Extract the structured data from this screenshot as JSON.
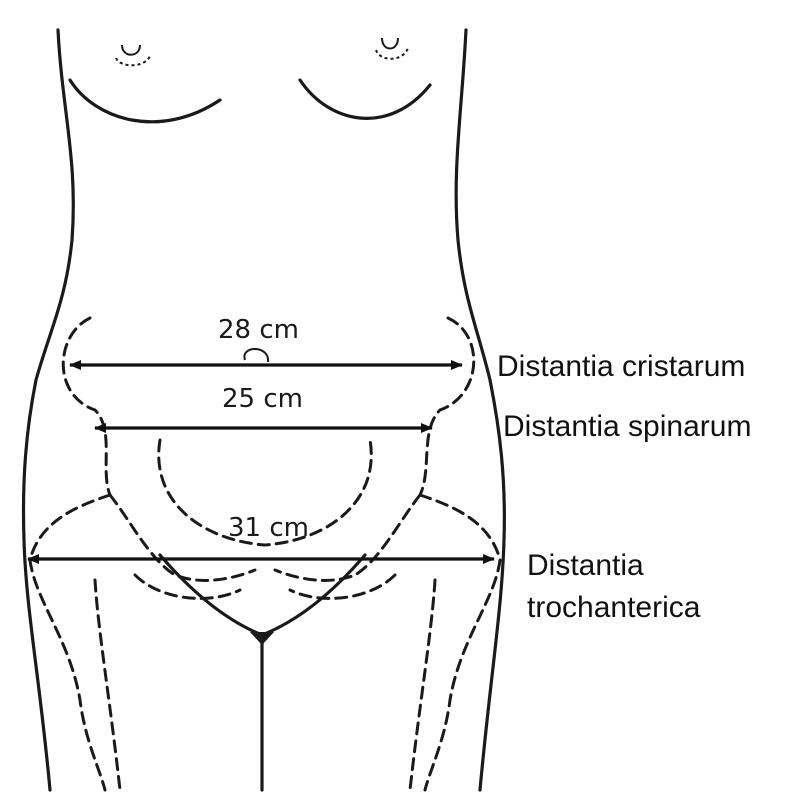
{
  "measurements": {
    "cristarum_value": "28 cm",
    "spinarum_value": "25 cm",
    "trochanterica_value": "31 cm"
  },
  "labels": {
    "cristarum": "Distantia cristarum",
    "spinarum": "Distantia spinarum",
    "trochanterica_line1": "Distantia",
    "trochanterica_line2": "trochanterica"
  }
}
